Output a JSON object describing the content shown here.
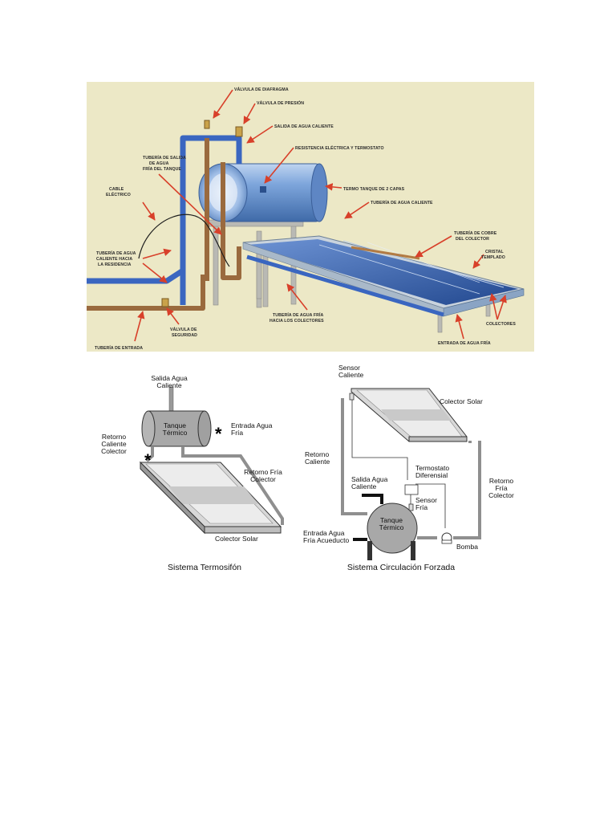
{
  "illustration": {
    "labels": {
      "valvula_diafragma": "VÁLVULA DE DIAFRAGMA",
      "valvula_presion": "VÁLVULA DE PRESIÓN",
      "salida_agua_caliente": "SALIDA DE AGUA CALIENTE",
      "resistencia": "RESISTENCIA ELÉCTRICA Y TERMOSTATO",
      "tuberia_salida_1": "TUBERÍA DE SALIDA",
      "tuberia_salida_2": "DE AGUA",
      "tuberia_salida_3": "FRÍA DEL TANQUE",
      "termo_tanque": "TERMO TANQUE DE 2 CAPAS",
      "tuberia_agua_caliente": "TUBERÍA DE AGUA CALIENTE",
      "cable_1": "CABLE",
      "cable_2": "ELÉCTRICO",
      "tuberia_cobre_1": "TUBERÍA DE COBRE",
      "tuberia_cobre_2": "DEL COLECTOR",
      "cristal_1": "CRISTAL",
      "cristal_2": "TEMPLADO",
      "hacia_residencia_1": "TUBERÍA DE AGUA",
      "hacia_residencia_2": "CALIENTE HACIA",
      "hacia_residencia_3": "LA RESIDENCIA",
      "agua_fria_1": "TUBERÍA DE AGUA FRÍA",
      "agua_fria_2": "HACIA LOS COLECTORES",
      "colectores": "COLECTORES",
      "valvula_seguridad_1": "VÁLVULA DE",
      "valvula_seguridad_2": "SEGURIDAD",
      "entrada_agua_fria": "ENTRADA DE AGUA FRÍA",
      "tuberia_entrada": "TUBERÍA DE ENTRADA"
    }
  },
  "termosifon": {
    "salida_1": "Salida Agua",
    "salida_2": "Caliente",
    "tanque_1": "Tanque",
    "tanque_2": "Térmico",
    "entrada_1": "Entrada Agua",
    "entrada_2": "Fría",
    "retorno_cal_1": "Retorno",
    "retorno_cal_2": "Caliente",
    "retorno_cal_3": "Colector",
    "retorno_fria_1": "Retorno Fría",
    "retorno_fria_2": "Colector",
    "colector": "Colector Solar",
    "asterisk": "*",
    "caption": "Sistema Termosifón"
  },
  "forzada": {
    "sensor_cal_1": "Sensor",
    "sensor_cal_2": "Caliente",
    "colector": "Colector Solar",
    "retorno_cal_1": "Retorno",
    "retorno_cal_2": "Caliente",
    "termostato_1": "Termostato",
    "termostato_2": "Diferensial",
    "retorno_fria_1": "Retorno",
    "retorno_fria_2": "Fría",
    "retorno_fria_3": "Colector",
    "salida_1": "Salida Agua",
    "salida_2": "Caliente",
    "sensor_fria_1": "Sensor",
    "sensor_fria_2": "Fría",
    "tanque_1": "Tanque",
    "tanque_2": "Térmico",
    "entrada_1": "Entrada Agua",
    "entrada_2": "Fría Acueducto",
    "bomba": "Bomba",
    "caption": "Sistema Circulación Forzada"
  },
  "colors": {
    "illustration_bg": "#ece8c6",
    "pipe_blue": "#3a66c0",
    "pipe_copper": "#9a6a3e",
    "tank_blue": "#6f9ad6",
    "panel_blue": "#2f5aa8",
    "arrow_red": "#d8402a",
    "diagram_gray": "#9a9a9a",
    "diagram_light": "#e8e8e8"
  }
}
